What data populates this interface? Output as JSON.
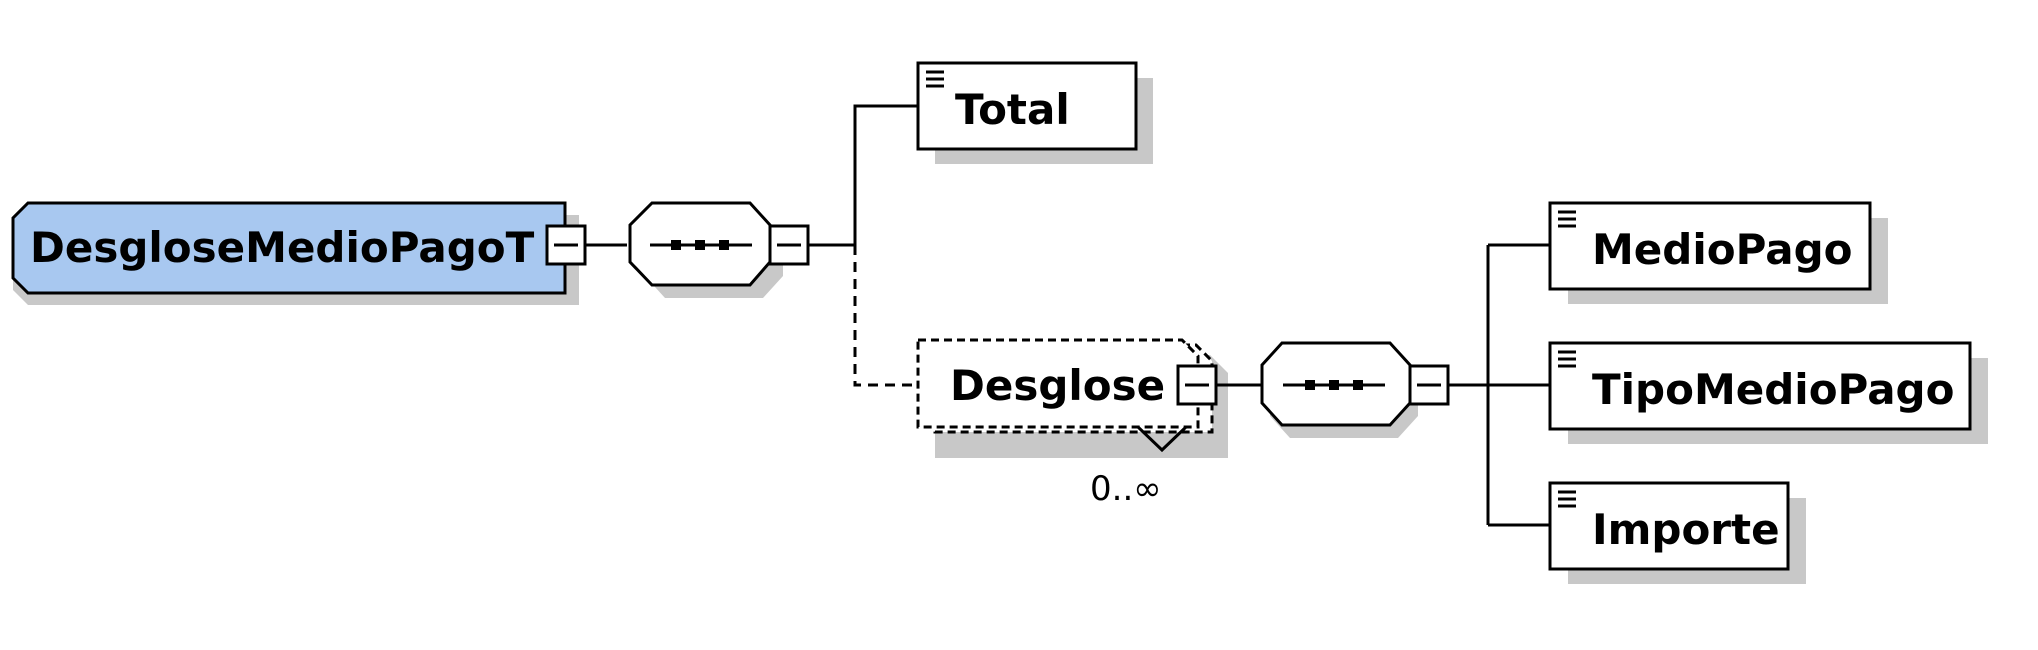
{
  "root": {
    "label": "DesgloseMedioPagoT",
    "fill_color": "#a8c8f0"
  },
  "children": {
    "total": {
      "label": "Total"
    },
    "desglose": {
      "label": "Desglose",
      "occurrence": "0..∞"
    }
  },
  "desglose_children": {
    "medio_pago": {
      "label": "MedioPago"
    },
    "tipo_medio_pago": {
      "label": "TipoMedioPago"
    },
    "importe": {
      "label": "Importe"
    }
  },
  "colors": {
    "shadow": "#c8c8c8",
    "stroke": "#000000",
    "background": "#ffffff"
  }
}
